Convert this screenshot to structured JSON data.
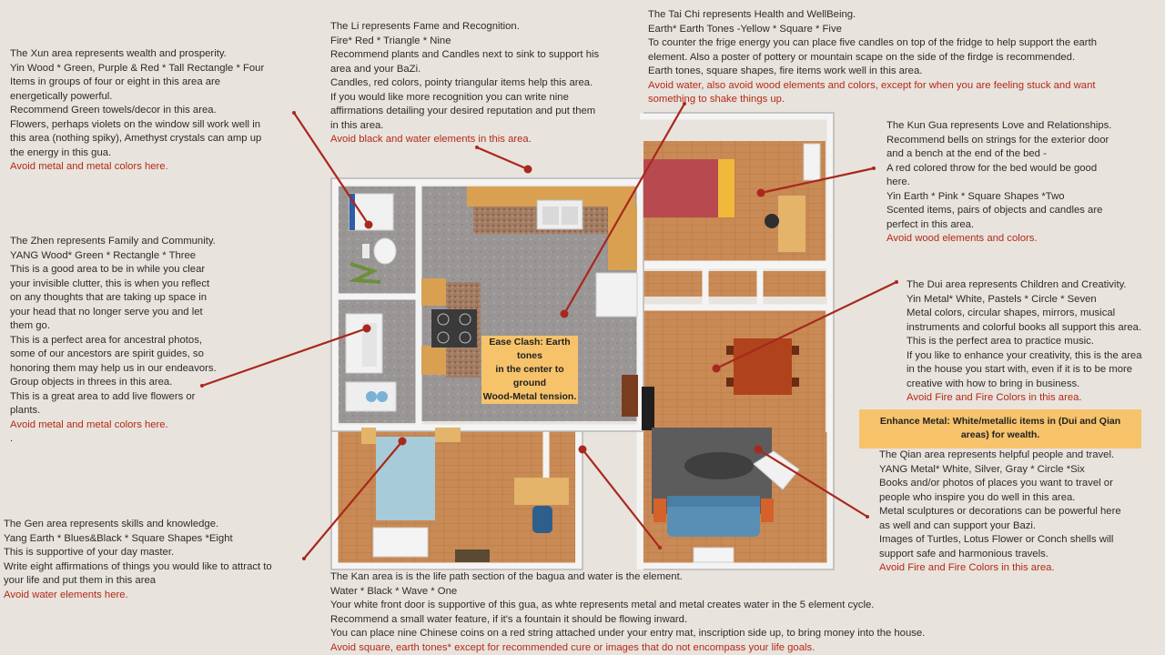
{
  "colors": {
    "background": "#e8e3dd",
    "body_text": "#2c2c2c",
    "warning_text": "#b52a17",
    "connector": "#a8281c",
    "callout_fill": "#f6c36b",
    "wood_floor": "#c98a55",
    "tile_floor": "#9a9696",
    "wall": "#f4f4f4"
  },
  "sections": {
    "xun": {
      "lines": [
        "The Xun area represents wealth and prosperity.",
        "Yin Wood * Green, Purple & Red * Tall Rectangle * Four",
        "Items in groups of four or eight in this area are",
        "energetically powerful.",
        "Recommend Green towels/decor in this area.",
        "Flowers, perhaps violets on the window sill work well in",
        "this area (nothing spiky), Amethyst crystals can amp up",
        "the energy in this gua."
      ],
      "warning": "Avoid metal and metal colors here."
    },
    "li": {
      "lines": [
        "The Li represents Fame and Recognition.",
        "Fire* Red * Triangle * Nine",
        "Recommend plants and Candles next to sink to support his",
        "area and your BaZi.",
        "Candles, red colors, pointy triangular items help this area.",
        "If you would like more recognition you can write nine",
        "affirmations detailing your desired reputation and put them",
        "in this area."
      ],
      "warning": "Avoid black and water elements in this area."
    },
    "taichi": {
      "lines": [
        "The Tai Chi represents Health and WellBeing.",
        "Earth* Earth Tones -Yellow * Square * Five",
        "To counter the frige energy you can place five candles on top of the fridge to help support the earth",
        "element. Also a poster of pottery or mountain scape on the side of the firdge is recommended.",
        "Earth tones, square shapes, fire items work well in this area."
      ],
      "warnings": [
        "Avoid water, also avoid wood elements and colors, except for when you are feeling stuck and want",
        "something to shake things up."
      ]
    },
    "kun": {
      "lines": [
        "The Kun Gua represents Love and Relationships.",
        "Recommend bells on strings for the exterior door",
        "and a bench at the end of the bed -",
        "A red colored throw for the bed would be good",
        "here.",
        "Yin Earth * Pink * Square Shapes *Two",
        "Scented items, pairs of objects and candles are",
        "perfect in this area."
      ],
      "warning": "Avoid wood elements and colors."
    },
    "zhen": {
      "lines": [
        "The Zhen represents Family and Community.",
        "YANG Wood* Green * Rectangle * Three",
        "This is a good area to be in while you clear",
        "your invisible clutter, this is when you reflect",
        "on any thoughts that are taking up space in",
        "your head that no longer serve you and let",
        "them go.",
        "This is a perfect area for ancestral photos,",
        "some of our ancestors are spirit guides, so",
        "honoring them may help us in our endeavors.",
        "Group objects in threes in this area.",
        "This is a great area to add live flowers or",
        "plants."
      ],
      "warning": "Avoid metal and metal colors here.",
      "trailing": "."
    },
    "dui": {
      "lines": [
        "The Dui area represents Children and Creativity.",
        "Yin Metal* White, Pastels * Circle * Seven",
        "Metal colors, circular shapes, mirrors, musical",
        "instruments and colorful books all support this area.",
        "This is the perfect area to practice music.",
        "If you like to enhance your creativity, this is the area",
        "in the house you start with, even if it is to be more",
        "creative with how to bring in business."
      ],
      "warning": "Avoid Fire and Fire Colors in this area."
    },
    "qian": {
      "lines": [
        "The Qian area represents helpful people and travel.",
        "YANG Metal* White, Silver, Gray * Circle *Six",
        "Books and/or photos of places you want to travel or",
        "people who inspire you do well in this area.",
        "Metal sculptures or decorations can be powerful here",
        "as well and can support your Bazi.",
        "Images of Turtles, Lotus Flower or Conch shells will",
        "support safe and harmonious travels."
      ],
      "warning": "Avoid Fire and Fire Colors in this area."
    },
    "gen": {
      "lines": [
        "The Gen area represents skills and knowledge.",
        "Yang Earth * Blues&Black * Square Shapes *Eight",
        "This is supportive of your day master.",
        "Write eight affirmations of things you would like to attract to",
        "your life and put them in this area"
      ],
      "warning": "Avoid water elements here."
    },
    "kan": {
      "lines": [
        "The Kan area is is the life path section of the bagua and water is the element.",
        "Water * Black * Wave * One",
        "Your white front door is supportive of this gua, as whte represents metal and metal creates water in the 5 element cycle.",
        "Recommend a small water feature, if it's a fountain it should be flowing inward.",
        "You can place nine Chinese coins on a red string attached under your entry mat, inscription side up, to bring money into the house."
      ],
      "warning": "Avoid square, earth tones* except for recommended cure or images that do not encompass your life goals."
    }
  },
  "callouts": {
    "ease_clash": [
      "Ease Clash: Earth tones",
      "in the center to ground",
      "Wood-Metal tension."
    ],
    "enhance_metal": [
      "Enhance Metal: White/metallic items in (Dui and Qian",
      "areas) for wealth."
    ]
  }
}
